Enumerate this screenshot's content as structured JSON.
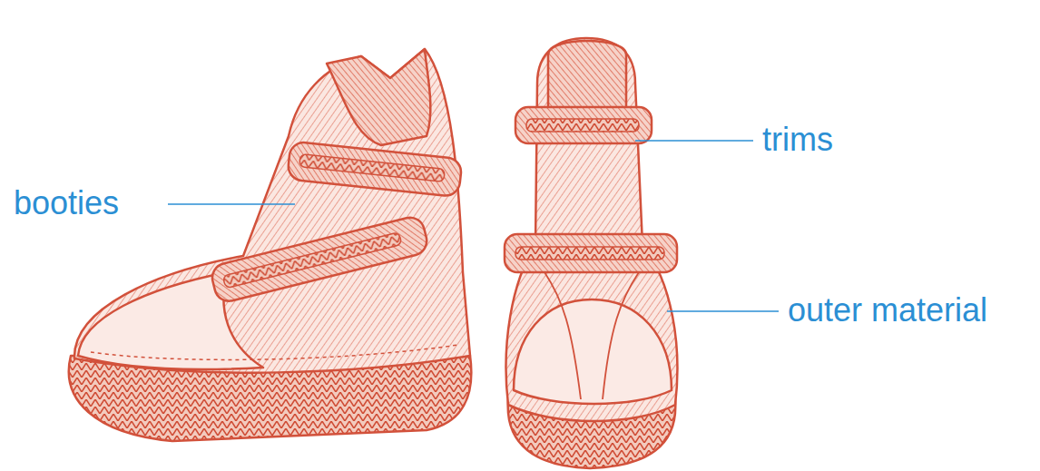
{
  "diagram": {
    "labels": [
      "booties",
      "trims",
      "outer material"
    ]
  }
}
